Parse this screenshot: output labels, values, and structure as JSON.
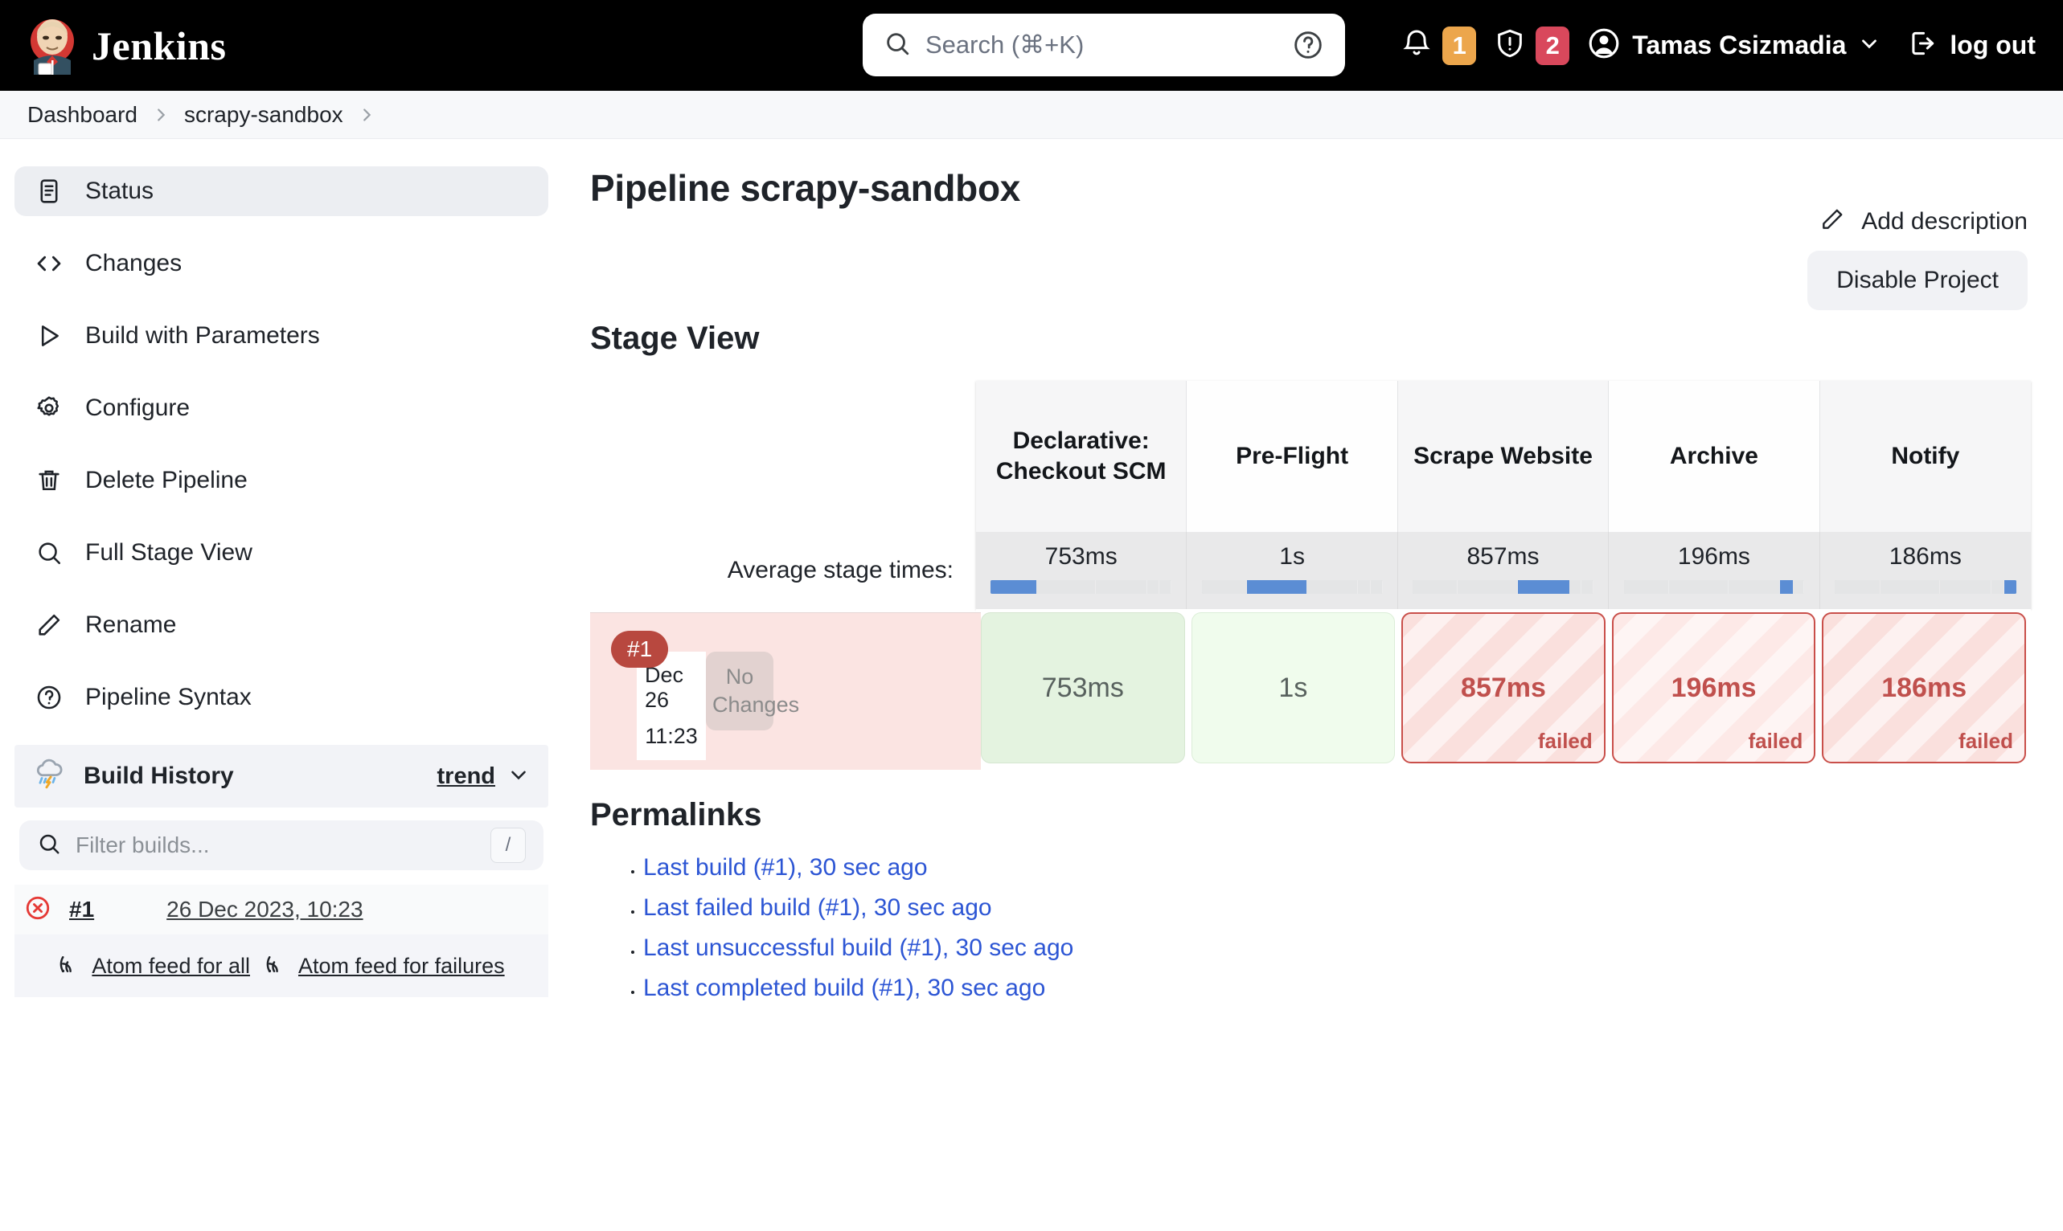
{
  "header": {
    "brand": "Jenkins",
    "search": {
      "placeholder": "Search (⌘+K)",
      "value": ""
    },
    "notifications_count": "1",
    "security_count": "2",
    "user_name": "Tamas Csizmadia",
    "logout_label": "log out"
  },
  "breadcrumb": {
    "items": [
      "Dashboard",
      "scrapy-sandbox"
    ]
  },
  "sidebar": {
    "items": [
      {
        "label": "Status",
        "icon": "document-icon",
        "active": true
      },
      {
        "label": "Changes",
        "icon": "code-icon",
        "active": false
      },
      {
        "label": "Build with Parameters",
        "icon": "play-icon",
        "active": false
      },
      {
        "label": "Configure",
        "icon": "gear-icon",
        "active": false
      },
      {
        "label": "Delete Pipeline",
        "icon": "trash-icon",
        "active": false
      },
      {
        "label": "Full Stage View",
        "icon": "search-icon",
        "active": false
      },
      {
        "label": "Rename",
        "icon": "pencil-icon",
        "active": false
      },
      {
        "label": "Pipeline Syntax",
        "icon": "question-circle-icon",
        "active": false
      }
    ],
    "build_history": {
      "title": "Build History",
      "weather_icon": "storm-cloud-icon",
      "trend_label": "trend",
      "filter_placeholder": "Filter builds...",
      "filter_value": "",
      "filter_shortcut": "/",
      "builds": [
        {
          "number": "#1",
          "date": "26 Dec 2023, 10:23",
          "status": "failed"
        }
      ],
      "feeds": [
        {
          "label": "Atom feed for all",
          "icon": "rss-icon"
        },
        {
          "label": "Atom feed for failures",
          "icon": "rss-icon"
        }
      ]
    }
  },
  "main": {
    "page_title": "Pipeline scrapy-sandbox",
    "add_description_label": "Add description",
    "disable_project_label": "Disable Project",
    "stage_view_title": "Stage View",
    "average_label": "Average stage times:",
    "permalinks_title": "Permalinks",
    "permalinks": [
      "Last build (#1), 30 sec ago",
      "Last failed build (#1), 30 sec ago",
      "Last unsuccessful build (#1), 30 sec ago",
      "Last completed build (#1), 30 sec ago"
    ]
  },
  "chart_data": {
    "type": "table",
    "title": "Stage View",
    "stages": [
      "Declarative: Checkout SCM",
      "Pre-Flight",
      "Scrape Website",
      "Archive",
      "Notify"
    ],
    "average_stage_times": [
      "753ms",
      "1s",
      "857ms",
      "196ms",
      "186ms"
    ],
    "average_ms": [
      753,
      1000,
      857,
      196,
      186
    ],
    "builds": [
      {
        "number": "#1",
        "date_day": "Dec 26",
        "date_time": "11:23",
        "changes": "No Changes",
        "result": "failed",
        "cells": [
          {
            "stage": "Declarative: Checkout SCM",
            "duration": "753ms",
            "status": "success"
          },
          {
            "stage": "Pre-Flight",
            "duration": "1s",
            "status": "success"
          },
          {
            "stage": "Scrape Website",
            "duration": "857ms",
            "status": "failed",
            "note": "failed"
          },
          {
            "stage": "Archive",
            "duration": "196ms",
            "status": "failed",
            "note": "failed"
          },
          {
            "stage": "Notify",
            "duration": "186ms",
            "status": "failed",
            "note": "failed"
          }
        ]
      }
    ]
  },
  "colors": {
    "header_bg": "#000000",
    "accent_blue": "#2c55d4",
    "bar_blue": "#5b8dd4",
    "success_green": "#e4f3e0",
    "failed_red": "#c0504d",
    "warn_orange": "#eca64c",
    "error_red": "#d9485c"
  }
}
